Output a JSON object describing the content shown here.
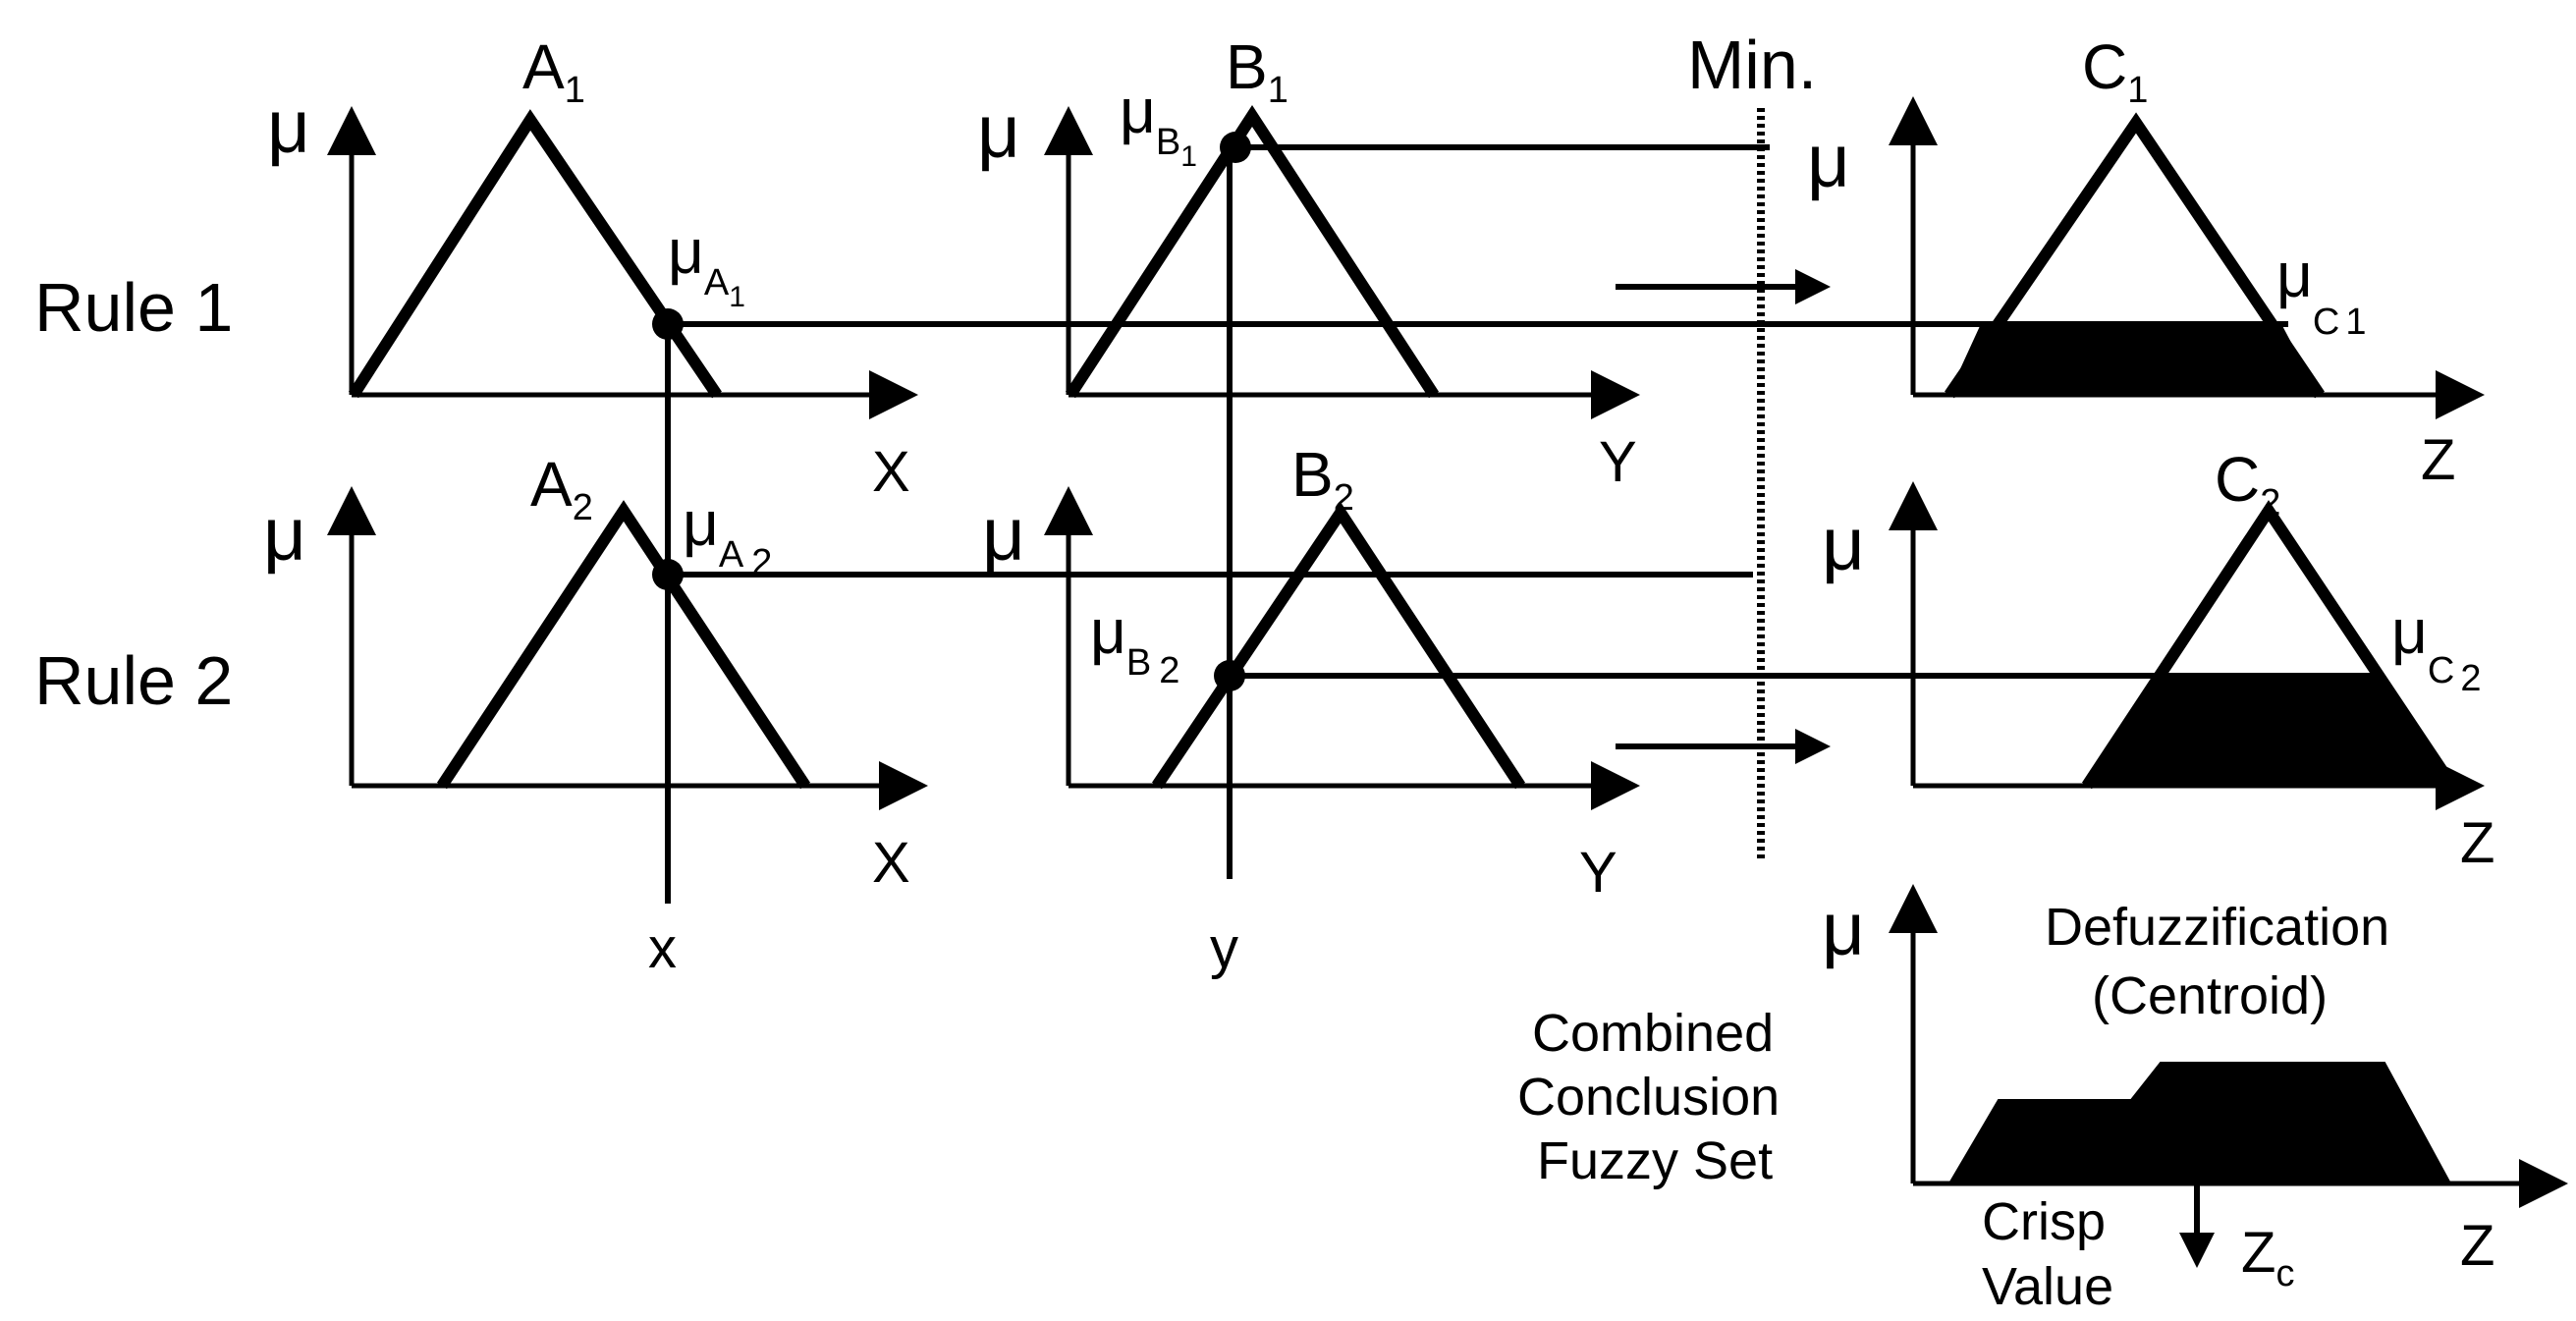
{
  "rules": {
    "rule1": "Rule 1",
    "rule2": "Rule 2"
  },
  "min_label": "Min.",
  "mu": "μ",
  "sets": {
    "A": "A",
    "B": "B",
    "C": "C",
    "idx1": "1",
    "idx2": "2"
  },
  "axes": {
    "x": "X",
    "y": "Y",
    "z": "Z"
  },
  "inputs": {
    "x": "x",
    "y": "y"
  },
  "defuzz": {
    "title_line1": "Defuzzification",
    "title_line2": "(Centroid)",
    "combined_line1": "Combined",
    "combined_line2": "Conclusion",
    "combined_line3": "Fuzzy Set",
    "crisp_line1": "Crisp",
    "crisp_line2": "Value",
    "zc_main": "Z",
    "zc_sub": "c"
  }
}
